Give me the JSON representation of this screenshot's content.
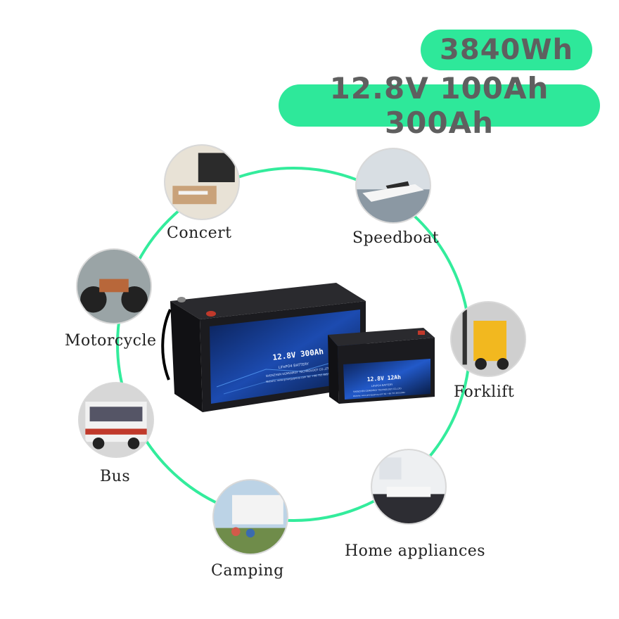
{
  "headline": {
    "energy": "3840Wh",
    "spec": "12.8V 100Ah 300Ah"
  },
  "batteries": {
    "large": {
      "rating": "12.8V 300Ah",
      "chemistry": "LiFePO4 BATTERY",
      "maker": "SHENZHEN GEMENRGY TECHNOLOGY CO.,LTD",
      "contact": "Website: www.gmergygroup.com   Tel: +86 755 89532082"
    },
    "small": {
      "rating": "12.8V 12Ah",
      "chemistry": "LiFePO4 BATTERY",
      "maker": "SHENZHEN GEMENRGY TECHNOLOGY CO.,LTD",
      "contact": "Website: www.gmergygroup.com   Tel: +86 755 89532082"
    }
  },
  "applications": {
    "concert": "Concert",
    "speedboat": "Speedboat",
    "motorcycle": "Motorcycle",
    "forklift": "Forklift",
    "bus": "Bus",
    "camping": "Camping",
    "home": "Home appliances"
  },
  "colors": {
    "accent": "#2ee89a",
    "ring": "#33ec9c",
    "pill_text": "#5f5f5f",
    "battery_body": "#1b1b1f",
    "battery_label": "#0b2a6b"
  }
}
